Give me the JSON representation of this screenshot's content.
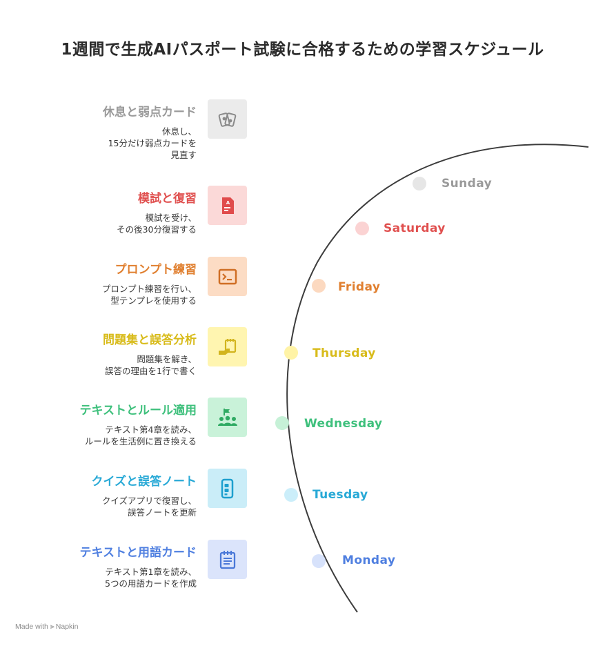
{
  "title": "1週間で生成AIパスポート試験に合格するための学習スケジュール",
  "footer": {
    "prefix": "Made with",
    "brand": "Napkin"
  },
  "items": [
    {
      "day": "Sunday",
      "heading": "休息と弱点カード",
      "desc": [
        "休息し、",
        "15分だけ弱点カードを",
        "見直す"
      ],
      "color": "#9a9a9a",
      "tile": "#ebebeb",
      "icon_color": "#8a8a8a",
      "dot": "#e6e6e6",
      "icon": "cards-icon"
    },
    {
      "day": "Saturday",
      "heading": "模試と復習",
      "desc": [
        "模試を受け、",
        "その後30分復習する"
      ],
      "color": "#e0504f",
      "tile": "#fbd9d8",
      "icon_color": "#e04b4b",
      "dot": "#fbd3d3",
      "icon": "exam-sheet-icon"
    },
    {
      "day": "Friday",
      "heading": "プロンプト練習",
      "desc": [
        "プロンプト練習を行い、",
        "型テンプレを使用する"
      ],
      "color": "#e07f2f",
      "tile": "#fcdcc4",
      "icon_color": "#cf6e24",
      "dot": "#fcd9c0",
      "icon": "terminal-icon"
    },
    {
      "day": "Thursday",
      "heading": "問題集と誤答分析",
      "desc": [
        "問題集を解き、",
        "誤答の理由を1行で書く"
      ],
      "color": "#d8bb1a",
      "tile": "#fff5b0",
      "icon_color": "#d2b41d",
      "dot": "#fff3a6",
      "icon": "notebook-hand-icon"
    },
    {
      "day": "Wednesday",
      "heading": "テキストとルール適用",
      "desc": [
        "テキスト第4章を読み、",
        "ルールを生活例に置き換える"
      ],
      "color": "#3ec07c",
      "tile": "#c9f2d9",
      "icon_color": "#2faa63",
      "dot": "#c6f1d7",
      "icon": "group-flag-icon"
    },
    {
      "day": "Tuesday",
      "heading": "クイズと誤答ノート",
      "desc": [
        "クイズアプリで復習し、",
        "誤答ノートを更新"
      ],
      "color": "#28a9d6",
      "tile": "#caedf8",
      "icon_color": "#1d9fce",
      "dot": "#cbeefa",
      "icon": "phone-app-icon"
    },
    {
      "day": "Monday",
      "heading": "テキストと用語カード",
      "desc": [
        "テキスト第1章を読み、",
        "5つの用語カードを作成"
      ],
      "color": "#4f7fe0",
      "tile": "#dbe4fb",
      "icon_color": "#4a78d8",
      "dot": "#d7e2fb",
      "icon": "notepad-icon"
    }
  ]
}
